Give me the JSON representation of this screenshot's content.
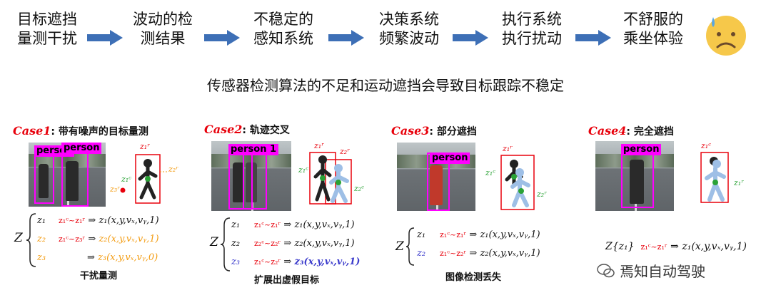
{
  "flow_steps": [
    {
      "line1": "目标遮挡",
      "line2": "量测干扰"
    },
    {
      "line1": "波动的检",
      "line2": "测结果"
    },
    {
      "line1": "不稳定的",
      "line2": "感知系统"
    },
    {
      "line1": "决策系统",
      "line2": "频繁波动"
    },
    {
      "line1": "执行系统",
      "line2": "执行扰动"
    },
    {
      "line1": "不舒服的",
      "line2": "乘坐体验"
    }
  ],
  "subtitle": "传感器检测算法的不足和运动遮挡会导致目标跟踪不稳定",
  "colors": {
    "arrow": "#3d6fb6",
    "case_red": "#e8000b",
    "box_magenta": "#ff00ff",
    "green": "#2aa236",
    "red": "#e8000b",
    "orange": "#f39c12",
    "blue": "#3c3ccc"
  },
  "person_tag": "person",
  "cases": [
    {
      "name": "Case1",
      "desc": ": 带有噪声的目标量测",
      "caption": "干扰量测",
      "z_label": "Z",
      "brace_items": [
        "z₁",
        "z₂",
        "z₃"
      ],
      "formulas": [
        {
          "lhs": "z₁ᶜ~z₁ʳ",
          "rhs": "z₁(x,y,vₓ,vᵧ,1)"
        },
        {
          "lhs": "z₁ᶜ~z₃ʳ",
          "rhs": "z₂(x,y,vₓ,vᵧ,1)"
        },
        {
          "lhs": "",
          "rhs": "z₃(x,y,vₓ,vᵧ,0)"
        }
      ],
      "skel_labels": [
        "z₁ʳ",
        "z₁ᶜ",
        "z₂ʳ",
        "z₃ʳ"
      ]
    },
    {
      "name": "Case2",
      "desc": ": 轨迹交叉",
      "caption": "扩展出虚假目标",
      "z_label": "Z",
      "brace_items": [
        "z₁",
        "z₂",
        "z₃"
      ],
      "formulas": [
        {
          "lhs": "z₁ᶜ~z₁ʳ",
          "rhs": "z₁(x,y,vₓ,vᵧ,1)"
        },
        {
          "lhs": "z₂ᶜ~z₂ʳ",
          "rhs": "z₂(x,y,vₓ,vᵧ,1)"
        },
        {
          "lhs": "z₁ᶜ~z₂ʳ",
          "rhs": "z₃(x,y,vₓ,vᵧ,1)"
        }
      ],
      "skel_labels": [
        "z₁ᶜ",
        "z₂ᶜ",
        "z₁ʳ",
        "z₂ʳ"
      ],
      "photo_tag_suffix": "1"
    },
    {
      "name": "Case3",
      "desc": ": 部分遮挡",
      "caption": "图像检测丢失",
      "z_label": "Z",
      "brace_items": [
        "z₁",
        "z₂"
      ],
      "formulas": [
        {
          "lhs": "z₁ᶜ~z₁ʳ",
          "rhs": "z₁(x,y,vₓ,vᵧ,1)"
        },
        {
          "lhs": "z₁ᶜ~z₂ʳ",
          "rhs": "z₂(x,y,vₓ,vᵧ,1)"
        }
      ],
      "skel_labels": [
        "z₁ᶜ",
        "z₁ʳ",
        "z₂ʳ"
      ]
    },
    {
      "name": "Case4",
      "desc": ": 完全遮挡",
      "z_label": "Z",
      "brace_text": "{z₁}",
      "formulas": [
        {
          "lhs": "z₁ᶜ~z₁ʳ",
          "rhs": "z₁(x,y,vₓ,vᵧ,1)"
        }
      ],
      "skel_labels": [
        "z₁ᶜ",
        "z₁ʳ"
      ]
    }
  ],
  "watermark": "焉知自动驾驶"
}
